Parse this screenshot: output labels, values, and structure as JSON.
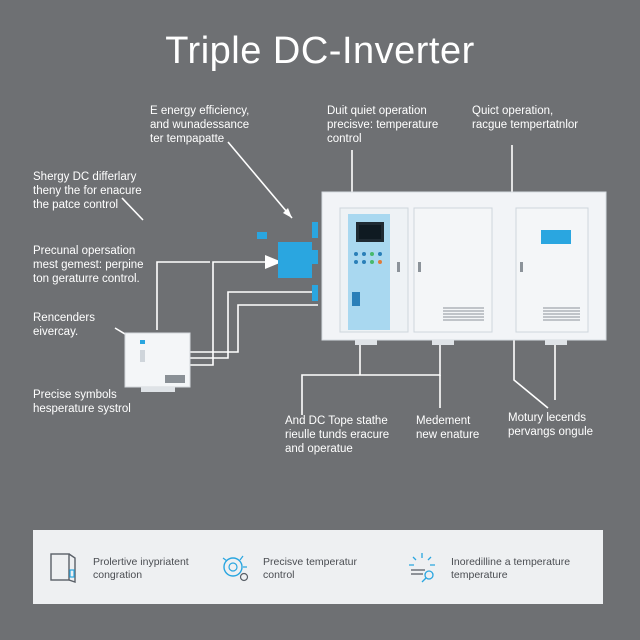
{
  "title": "Triple DC-Inverter",
  "callouts": {
    "top_left": [
      "E energy efficiency,",
      "and wunadessance",
      "ter tempapatte"
    ],
    "top_center": [
      "Duit quiet operation",
      "precisve: temperature",
      "control"
    ],
    "top_right": [
      "Quict operation,",
      "racgue tempertatnlor"
    ],
    "left_1": [
      "Shergy DC differlary",
      "theny the for enacure",
      "the patce control"
    ],
    "left_2": [
      "Precunal opersation",
      "mest gemest: perpine",
      "ton geraturre control."
    ],
    "left_3": [
      "Rencenders",
      "eivercay."
    ],
    "left_4": [
      "Precise symbols",
      "hesperature systrol"
    ],
    "bottom_1": [
      "And DC Tope stathe",
      "rieulle tunds eracure",
      "and operatue"
    ],
    "bottom_2": [
      "Medement",
      "new enature"
    ],
    "bottom_3": [
      "Motury lecends",
      "pervangs ongule"
    ]
  },
  "legend": [
    {
      "icon": "door-panel-icon",
      "lines": [
        "Prolertive inypriatent",
        "congration"
      ]
    },
    {
      "icon": "gear-hand-icon",
      "lines": [
        "Precisve temperatur",
        "control"
      ]
    },
    {
      "icon": "thermometer-sparkle-icon",
      "lines": [
        "Inoredilline a temperature",
        "temperature"
      ]
    }
  ],
  "colors": {
    "background": "#6e7073",
    "cabinet": "#f2f4f7",
    "accent_blue": "#2aa6e0",
    "panel_blue": "#a9d8f0",
    "legend_bg": "#eef0f2"
  }
}
